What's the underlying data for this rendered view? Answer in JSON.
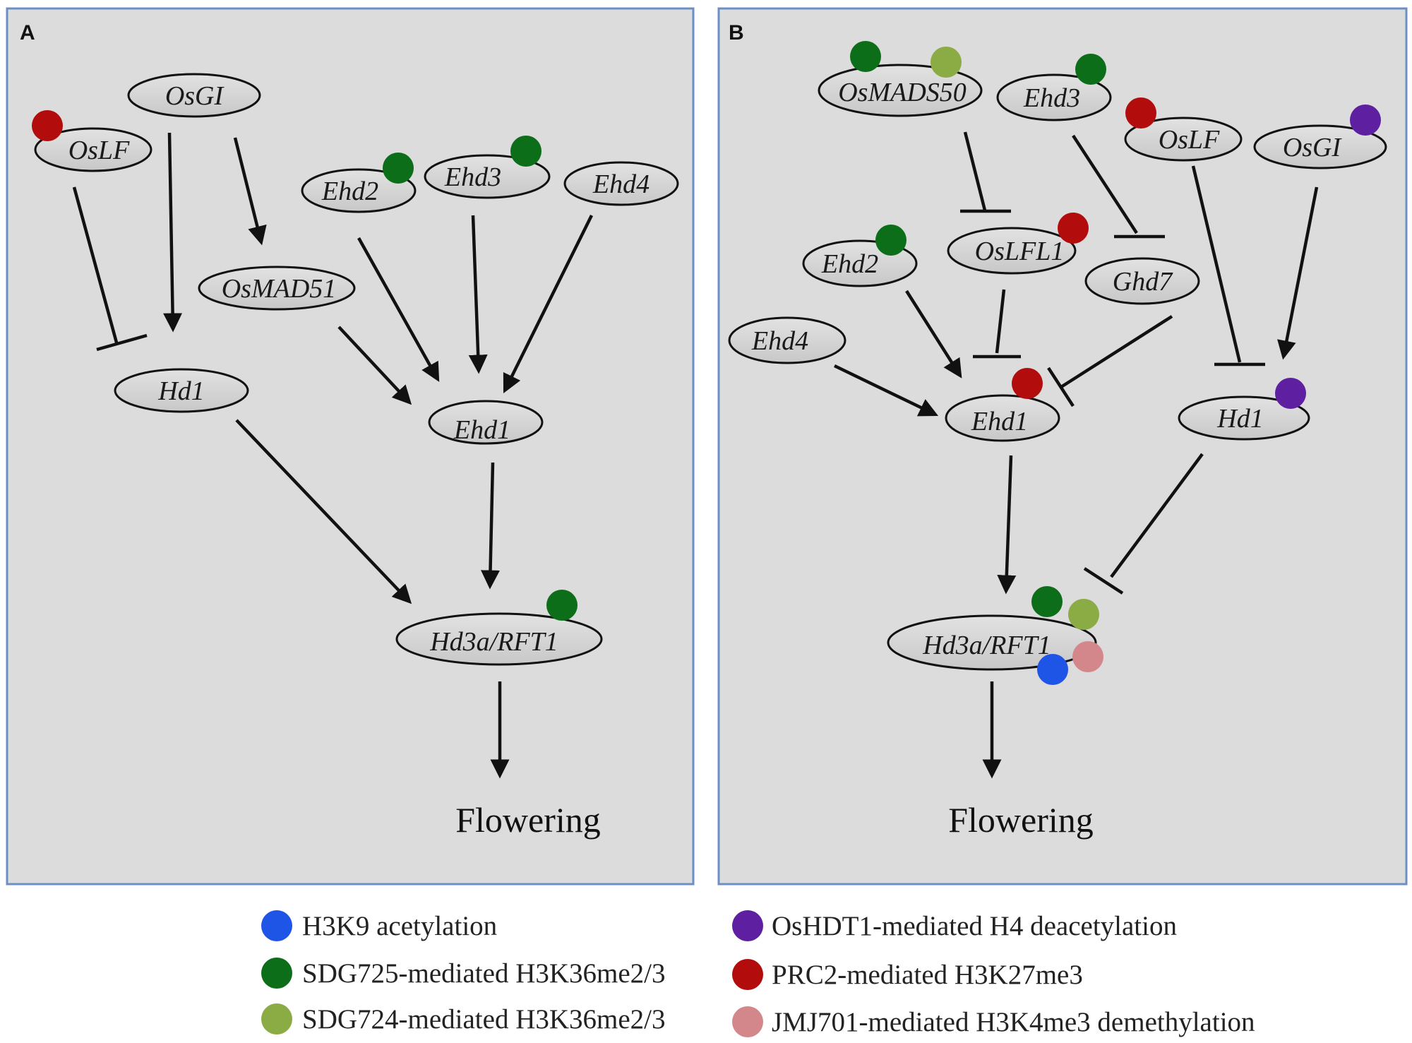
{
  "panels": [
    {
      "letter": "A",
      "outcome": "Flowering"
    },
    {
      "letter": "B",
      "outcome": "Flowering"
    }
  ],
  "colors": {
    "panel_fill": "#dcdcdc",
    "panel_border": "#6b8fc4",
    "node_fill": "#d3d3d3",
    "h3k9_acetylation": "#1f55e6",
    "sdg725": "#0d6e1a",
    "sdg724": "#8bab44",
    "oshdt1": "#5e1fa0",
    "prc2": "#b20c0c",
    "jmj701": "#d4878a"
  },
  "panel_a": {
    "nodes": {
      "oslf": "OsLF",
      "osgi": "OsGI",
      "ehd2": "Ehd2",
      "ehd3": "Ehd3",
      "ehd4": "Ehd4",
      "osmad51": "OsMAD51",
      "hd1": "Hd1",
      "ehd1": "Ehd1",
      "hd3a": "Hd3a/RFT1"
    }
  },
  "panel_b": {
    "nodes": {
      "osmads50": "OsMADS50",
      "ehd3": "Ehd3",
      "oslf": "OsLF",
      "osgi": "OsGI",
      "ehd2": "Ehd2",
      "oslfl1": "OsLFL1",
      "ghd7": "Ghd7",
      "ehd4": "Ehd4",
      "ehd1": "Ehd1",
      "hd1": "Hd1",
      "hd3a": "Hd3a/RFT1"
    }
  },
  "legend": [
    {
      "label": "H3K9 acetylation",
      "color": "#1f55e6"
    },
    {
      "label": "SDG725-mediated H3K36me2/3",
      "color": "#0d6e1a"
    },
    {
      "label": "SDG724-mediated H3K36me2/3",
      "color": "#8bab44"
    },
    {
      "label": "OsHDT1-mediated H4 deacetylation",
      "color": "#5e1fa0"
    },
    {
      "label": "PRC2-mediated H3K27me3",
      "color": "#b20c0c"
    },
    {
      "label": "JMJ701-mediated H3K4me3 demethylation",
      "color": "#d4878a"
    }
  ]
}
